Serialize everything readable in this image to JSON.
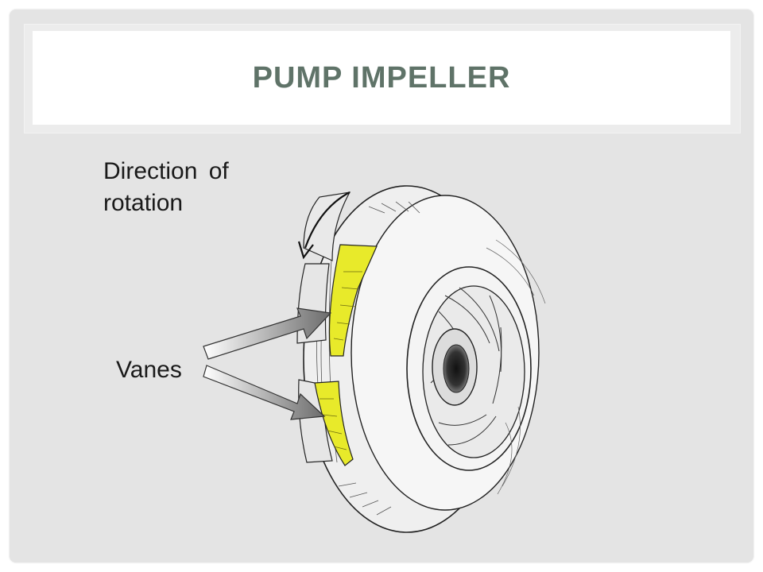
{
  "slide": {
    "title": "PUMP IMPELLER",
    "labels": {
      "rotation": "Direction of rotation",
      "vanes": "Vanes"
    }
  },
  "colors": {
    "title": "#5f7368",
    "vane_fill": "#e8ea2a",
    "slide_bg": "#e4e4e4"
  },
  "icons": {
    "rotation_arrow": "curved-arrow-icon",
    "pointer_arrows": "block-arrow-icon"
  }
}
